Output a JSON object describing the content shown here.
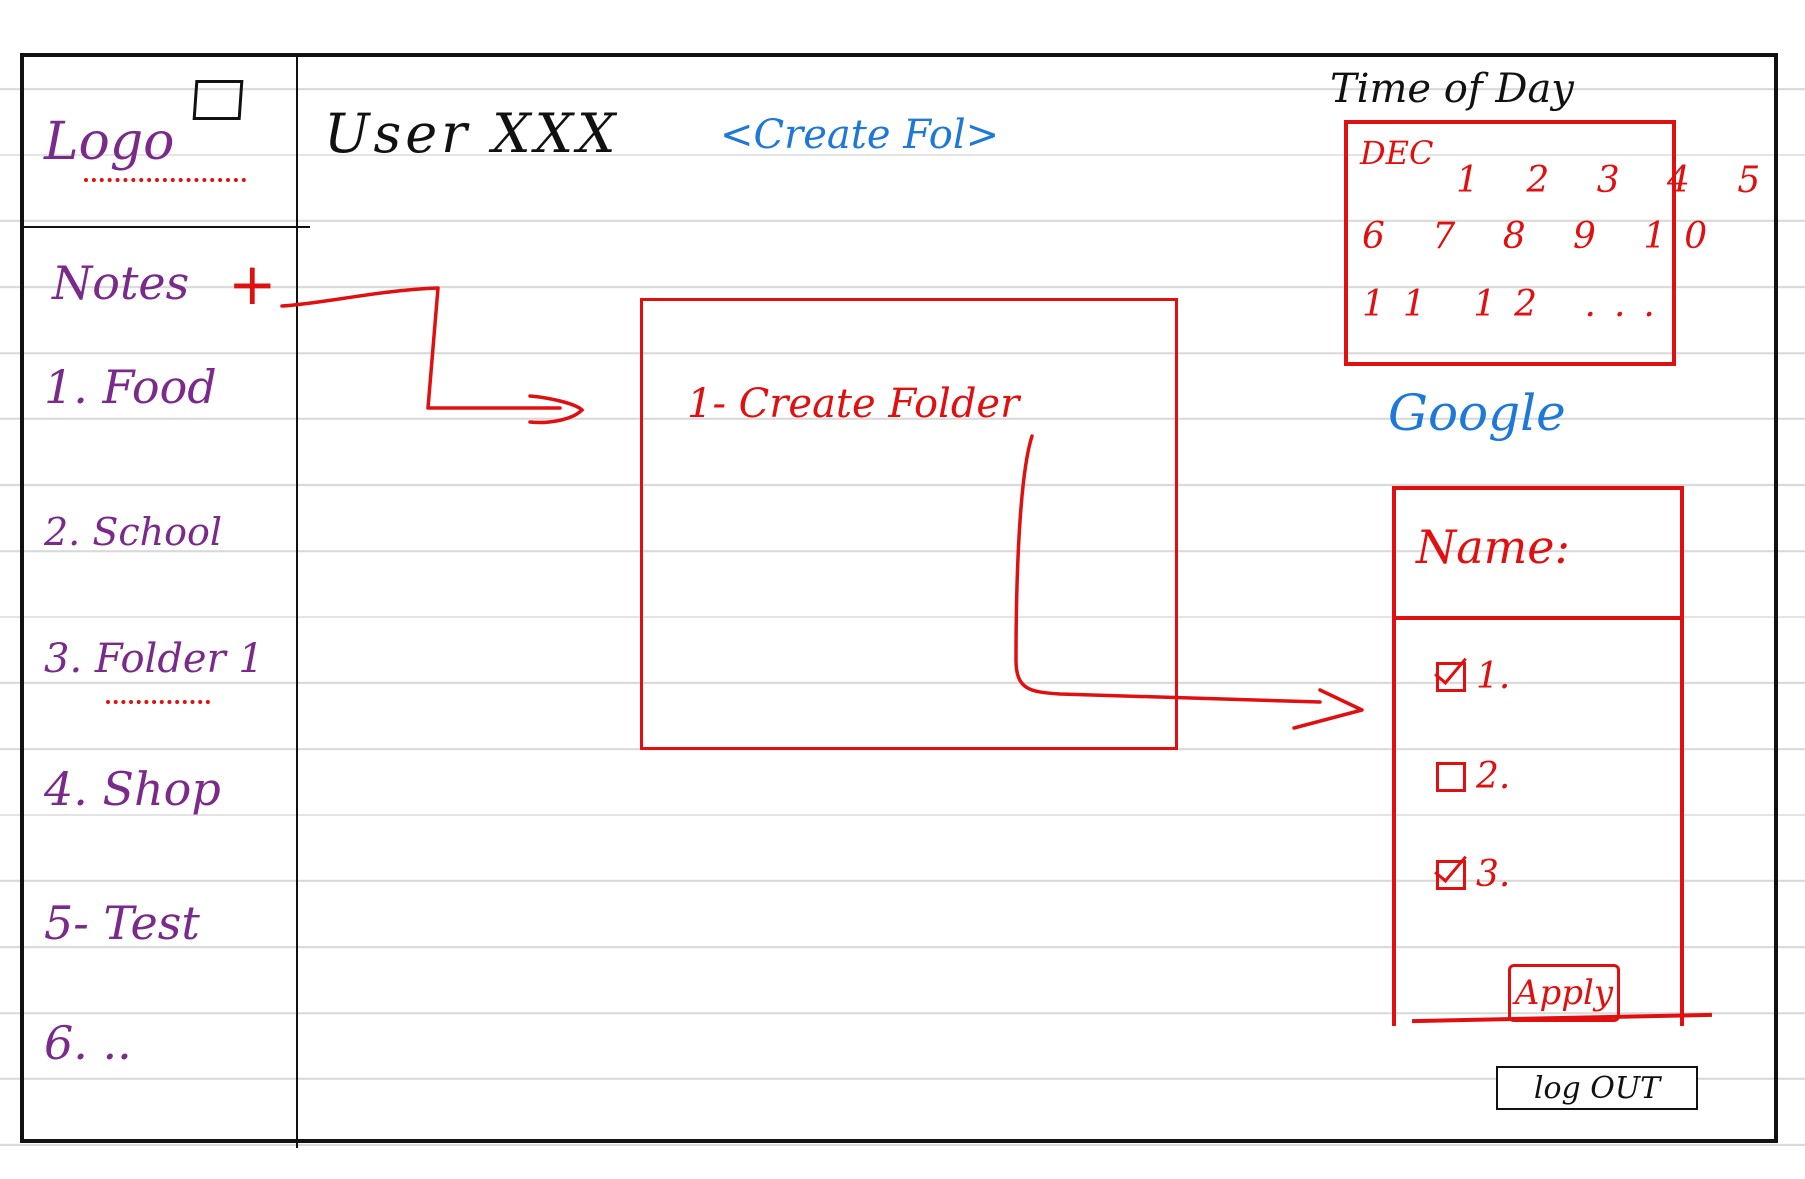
{
  "sidebar": {
    "logo": "Logo",
    "notes_title": "Notes",
    "add_symbol": "+",
    "items": [
      {
        "label": "1. Food"
      },
      {
        "label": "2. School"
      },
      {
        "label": "3. Folder 1"
      },
      {
        "label": "4. Shop"
      },
      {
        "label": "5- Test"
      },
      {
        "label": "6. .."
      }
    ]
  },
  "header": {
    "user": "User XXX",
    "create_link": "<Create Fol>"
  },
  "main": {
    "create_box_title": "1- Create Folder"
  },
  "right": {
    "time_of_day_title": "Time of Day",
    "calendar": {
      "month": "DEC",
      "rows": [
        "1 2 3 4 5",
        "6 7 8 9 10",
        "11 12 ..."
      ]
    },
    "search_engine": "Google",
    "form": {
      "name_label": "Name:",
      "options": [
        {
          "label": "1.",
          "checked": true
        },
        {
          "label": "2.",
          "checked": false
        },
        {
          "label": "3.",
          "checked": true
        }
      ],
      "apply_label": "Apply"
    },
    "logout_label": "log OUT"
  },
  "colors": {
    "sidebar_text": "#7a2a8a",
    "annotation": "#e01010",
    "link": "#1e78d8",
    "frame": "#111111"
  }
}
